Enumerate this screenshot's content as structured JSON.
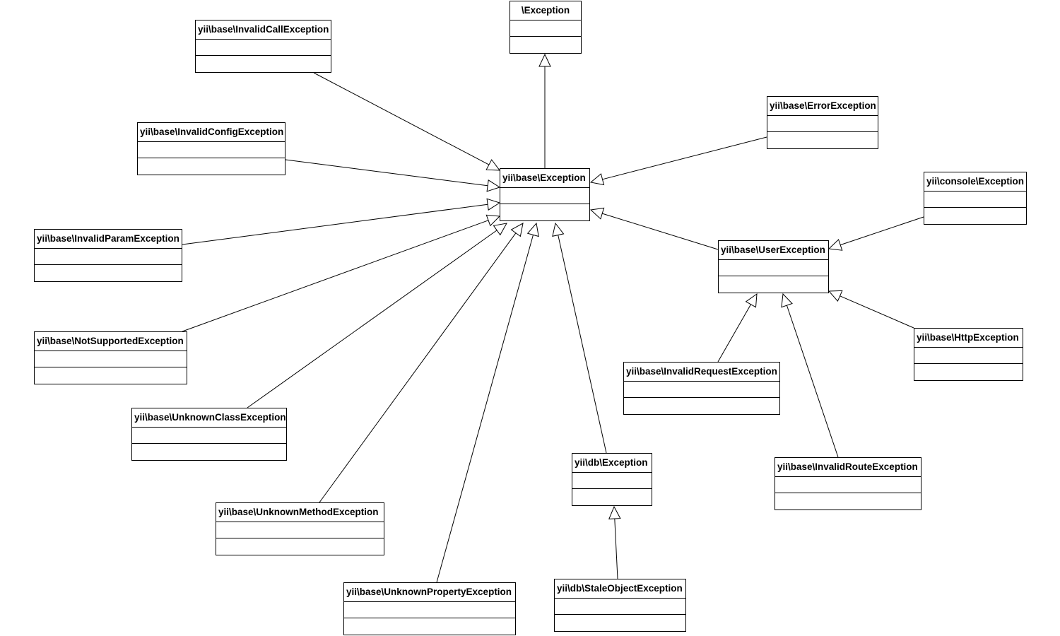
{
  "classes": [
    {
      "id": "c-root",
      "name": "\\Exception"
    },
    {
      "id": "c-invalidcall",
      "name": "yii\\base\\InvalidCallException"
    },
    {
      "id": "c-invalidconfig",
      "name": "yii\\base\\InvalidConfigException"
    },
    {
      "id": "c-invalidparam",
      "name": "yii\\base\\InvalidParamException"
    },
    {
      "id": "c-notsupported",
      "name": "yii\\base\\NotSupportedException"
    },
    {
      "id": "c-unknownclass",
      "name": "yii\\base\\UnknownClassException"
    },
    {
      "id": "c-unknownmethod",
      "name": "yii\\base\\UnknownMethodException"
    },
    {
      "id": "c-unknownprop",
      "name": "yii\\base\\UnknownPropertyException"
    },
    {
      "id": "c-base",
      "name": "yii\\base\\Exception"
    },
    {
      "id": "c-error",
      "name": "yii\\base\\ErrorException"
    },
    {
      "id": "c-user",
      "name": "yii\\base\\UserException"
    },
    {
      "id": "c-console",
      "name": "yii\\console\\Exception"
    },
    {
      "id": "c-http",
      "name": "yii\\base\\HttpException"
    },
    {
      "id": "c-invalidreq",
      "name": "yii\\base\\InvalidRequestException"
    },
    {
      "id": "c-invalidroute",
      "name": "yii\\base\\InvalidRouteException"
    },
    {
      "id": "c-db",
      "name": "yii\\db\\Exception"
    },
    {
      "id": "c-stale",
      "name": "yii\\db\\StaleObjectException"
    }
  ]
}
